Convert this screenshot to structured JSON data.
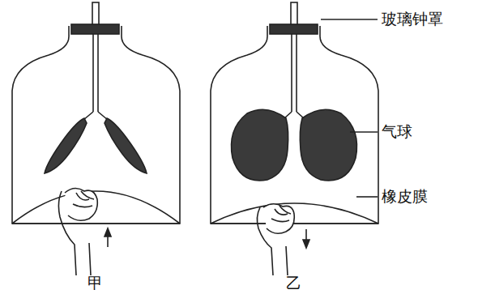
{
  "diagram": {
    "labels": [
      "玻璃钟罩",
      "气球",
      "橡皮膜",
      "甲",
      "乙"
    ]
  }
}
